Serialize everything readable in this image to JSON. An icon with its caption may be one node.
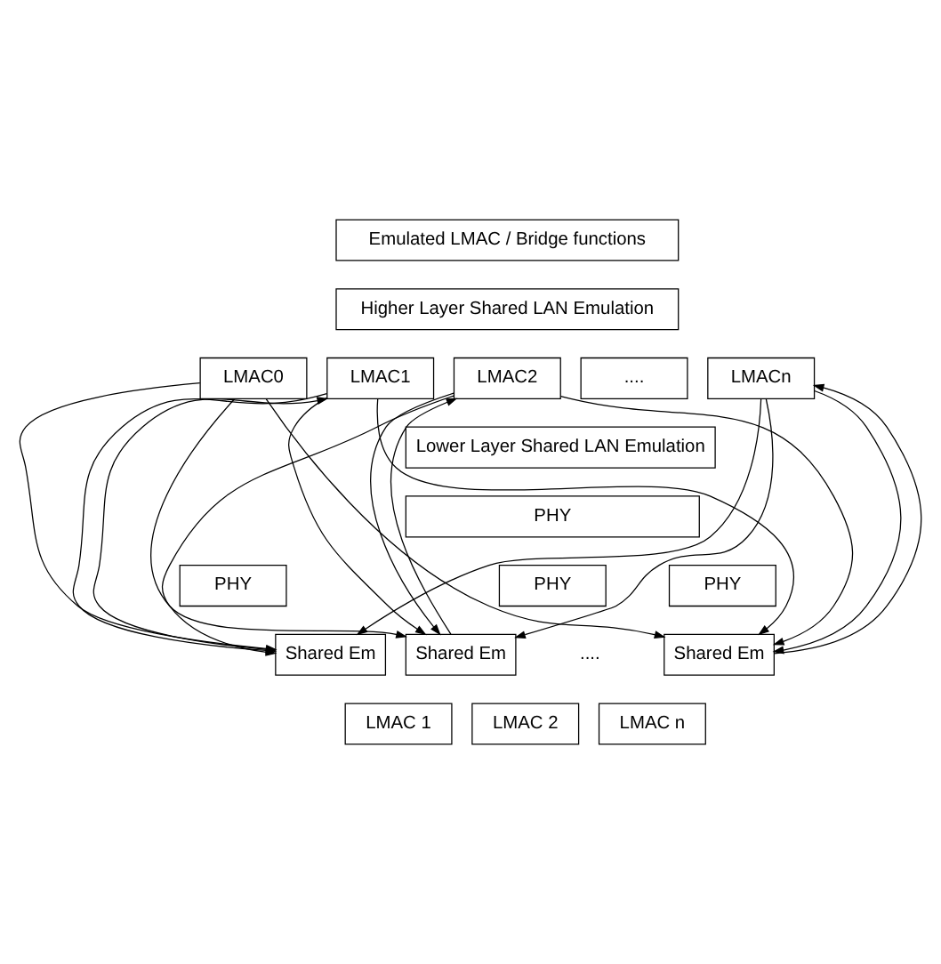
{
  "diagram": {
    "nodes": [
      {
        "text": [
          "Emulated LMAC / Bridge functions"
        ]
      },
      {
        "text": [
          "Higher Layer Shared LAN Emulation"
        ]
      },
      {
        "text": [
          "LMAC0"
        ]
      },
      {
        "text": [
          "LMAC1"
        ]
      },
      {
        "text": [
          "LMAC2"
        ]
      },
      {
        "text": [
          "...."
        ]
      },
      {
        "text": [
          "LMACn"
        ]
      },
      {
        "text": [
          "Lower Layer Shared LAN Emulation"
        ]
      },
      {
        "text": [
          "PHY"
        ]
      },
      {
        "text": [
          "PHY"
        ]
      },
      {
        "text": [
          "PHY"
        ]
      },
      {
        "text": [
          "PHY"
        ]
      },
      {
        "text": [
          "Shared Em"
        ]
      },
      {
        "text": [
          "Shared Em"
        ]
      },
      {
        "text": [
          "Shared Em"
        ]
      },
      {
        "text": [
          "LMAC 1"
        ]
      },
      {
        "text": [
          "LMAC 2"
        ]
      },
      {
        "text": [
          "LMAC n"
        ]
      }
    ],
    "edges": [
      {
        "from": 2,
        "to": 12,
        "arrow": "to"
      },
      {
        "from": 2,
        "to": 13,
        "arrow": "to"
      },
      {
        "from": 2,
        "to": 14,
        "arrow": "to"
      },
      {
        "from": 3,
        "to": 12,
        "arrow": "to"
      },
      {
        "from": 3,
        "to": 13,
        "arrow": "to"
      },
      {
        "from": 3,
        "to": 14,
        "arrow": "to"
      },
      {
        "from": 4,
        "to": 12,
        "arrow": "to"
      },
      {
        "from": 4,
        "to": 13,
        "arrow": "to"
      },
      {
        "from": 4,
        "to": 14,
        "arrow": "to"
      },
      {
        "from": 6,
        "to": 12,
        "arrow": "to"
      },
      {
        "from": 6,
        "to": 13,
        "arrow": "to"
      },
      {
        "from": 6,
        "to": 14,
        "arrow": "to"
      },
      {
        "from": 12,
        "to": 3,
        "arrow": "to"
      },
      {
        "from": 13,
        "to": 4,
        "arrow": "to"
      },
      {
        "from": 14,
        "to": 6,
        "arrow": "to"
      }
    ],
    "labels": [
      "...."
    ]
  }
}
